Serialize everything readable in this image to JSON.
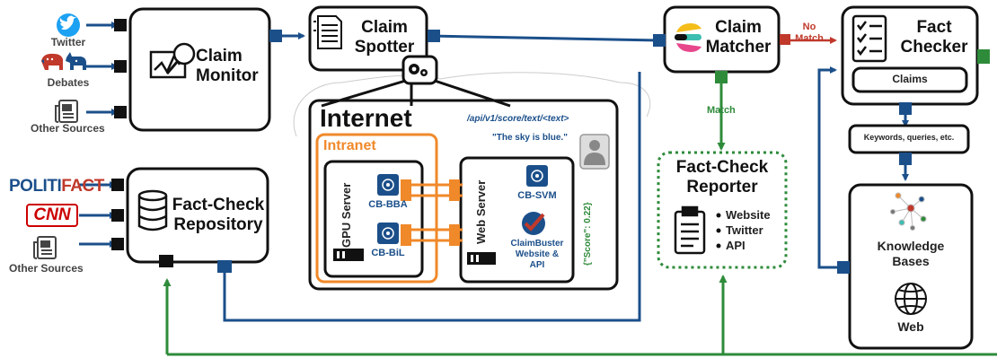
{
  "sources_top": {
    "twitter": "Twitter",
    "debates": "Debates",
    "other": "Other Sources"
  },
  "sources_bottom": {
    "politifact_a": "POLITI",
    "politifact_b": "FACT",
    "cnn": "CNN",
    "other": "Other Sources"
  },
  "claim_monitor": {
    "line1": "Claim",
    "line2": "Monitor"
  },
  "claim_spotter": {
    "line1": "Claim",
    "line2": "Spotter"
  },
  "claim_matcher": {
    "line1": "Claim",
    "line2": "Matcher"
  },
  "fact_checker": {
    "line1": "Fact",
    "line2": "Checker",
    "claims": "Claims"
  },
  "no_match": {
    "line1": "No",
    "line2": "Match"
  },
  "match": "Match",
  "repository": {
    "line1": "Fact-Check",
    "line2": "Repository"
  },
  "internet": {
    "title": "Internet",
    "api_path": "/api/v1/score/text/<text>",
    "query": "\"The sky is blue.\"",
    "score": "{\"Score\": 0.22}"
  },
  "intranet": {
    "title": "Intranet",
    "gpu_server": "GPU Server",
    "cb_bba": "CB-BBA",
    "cb_bil": "CB-BiL"
  },
  "web_server": {
    "title": "Web Server",
    "cb_svm": "CB-SVM",
    "site_line1": "ClaimBuster",
    "site_line2": "Website &",
    "site_line3": "API"
  },
  "reporter": {
    "line1": "Fact-Check",
    "line2": "Reporter",
    "items": [
      "Website",
      "Twitter",
      "API"
    ]
  },
  "keywords": "Keywords, queries, etc.",
  "knowledge": {
    "line1": "Knowledge",
    "line2": "Bases",
    "web": "Web"
  },
  "colors": {
    "blue": "#1b4f8a",
    "green": "#2e8b3a",
    "red": "#c0392b",
    "orange": "#f0892a",
    "twitter": "#1da1f2",
    "cnn": "#cc0000"
  }
}
